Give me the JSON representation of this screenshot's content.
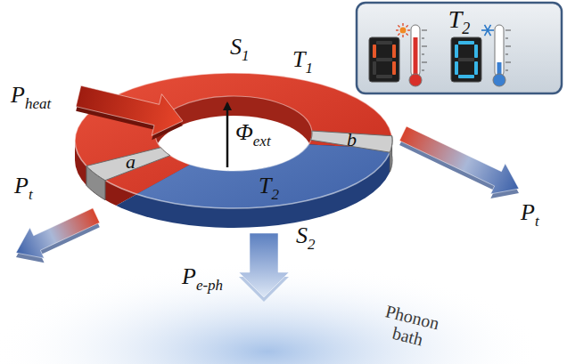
{
  "diagram": {
    "nodes": [
      {
        "text": [
          "T",
          "2"
        ]
      }
    ],
    "labels": [
      "P",
      "heat",
      "S",
      "1",
      "T",
      "1",
      "Φ",
      "ext",
      "b",
      "a",
      "P",
      "t",
      "P",
      "t",
      "T",
      "2",
      "S",
      "2",
      "P",
      "e-ph",
      "Phonon bath"
    ]
  }
}
